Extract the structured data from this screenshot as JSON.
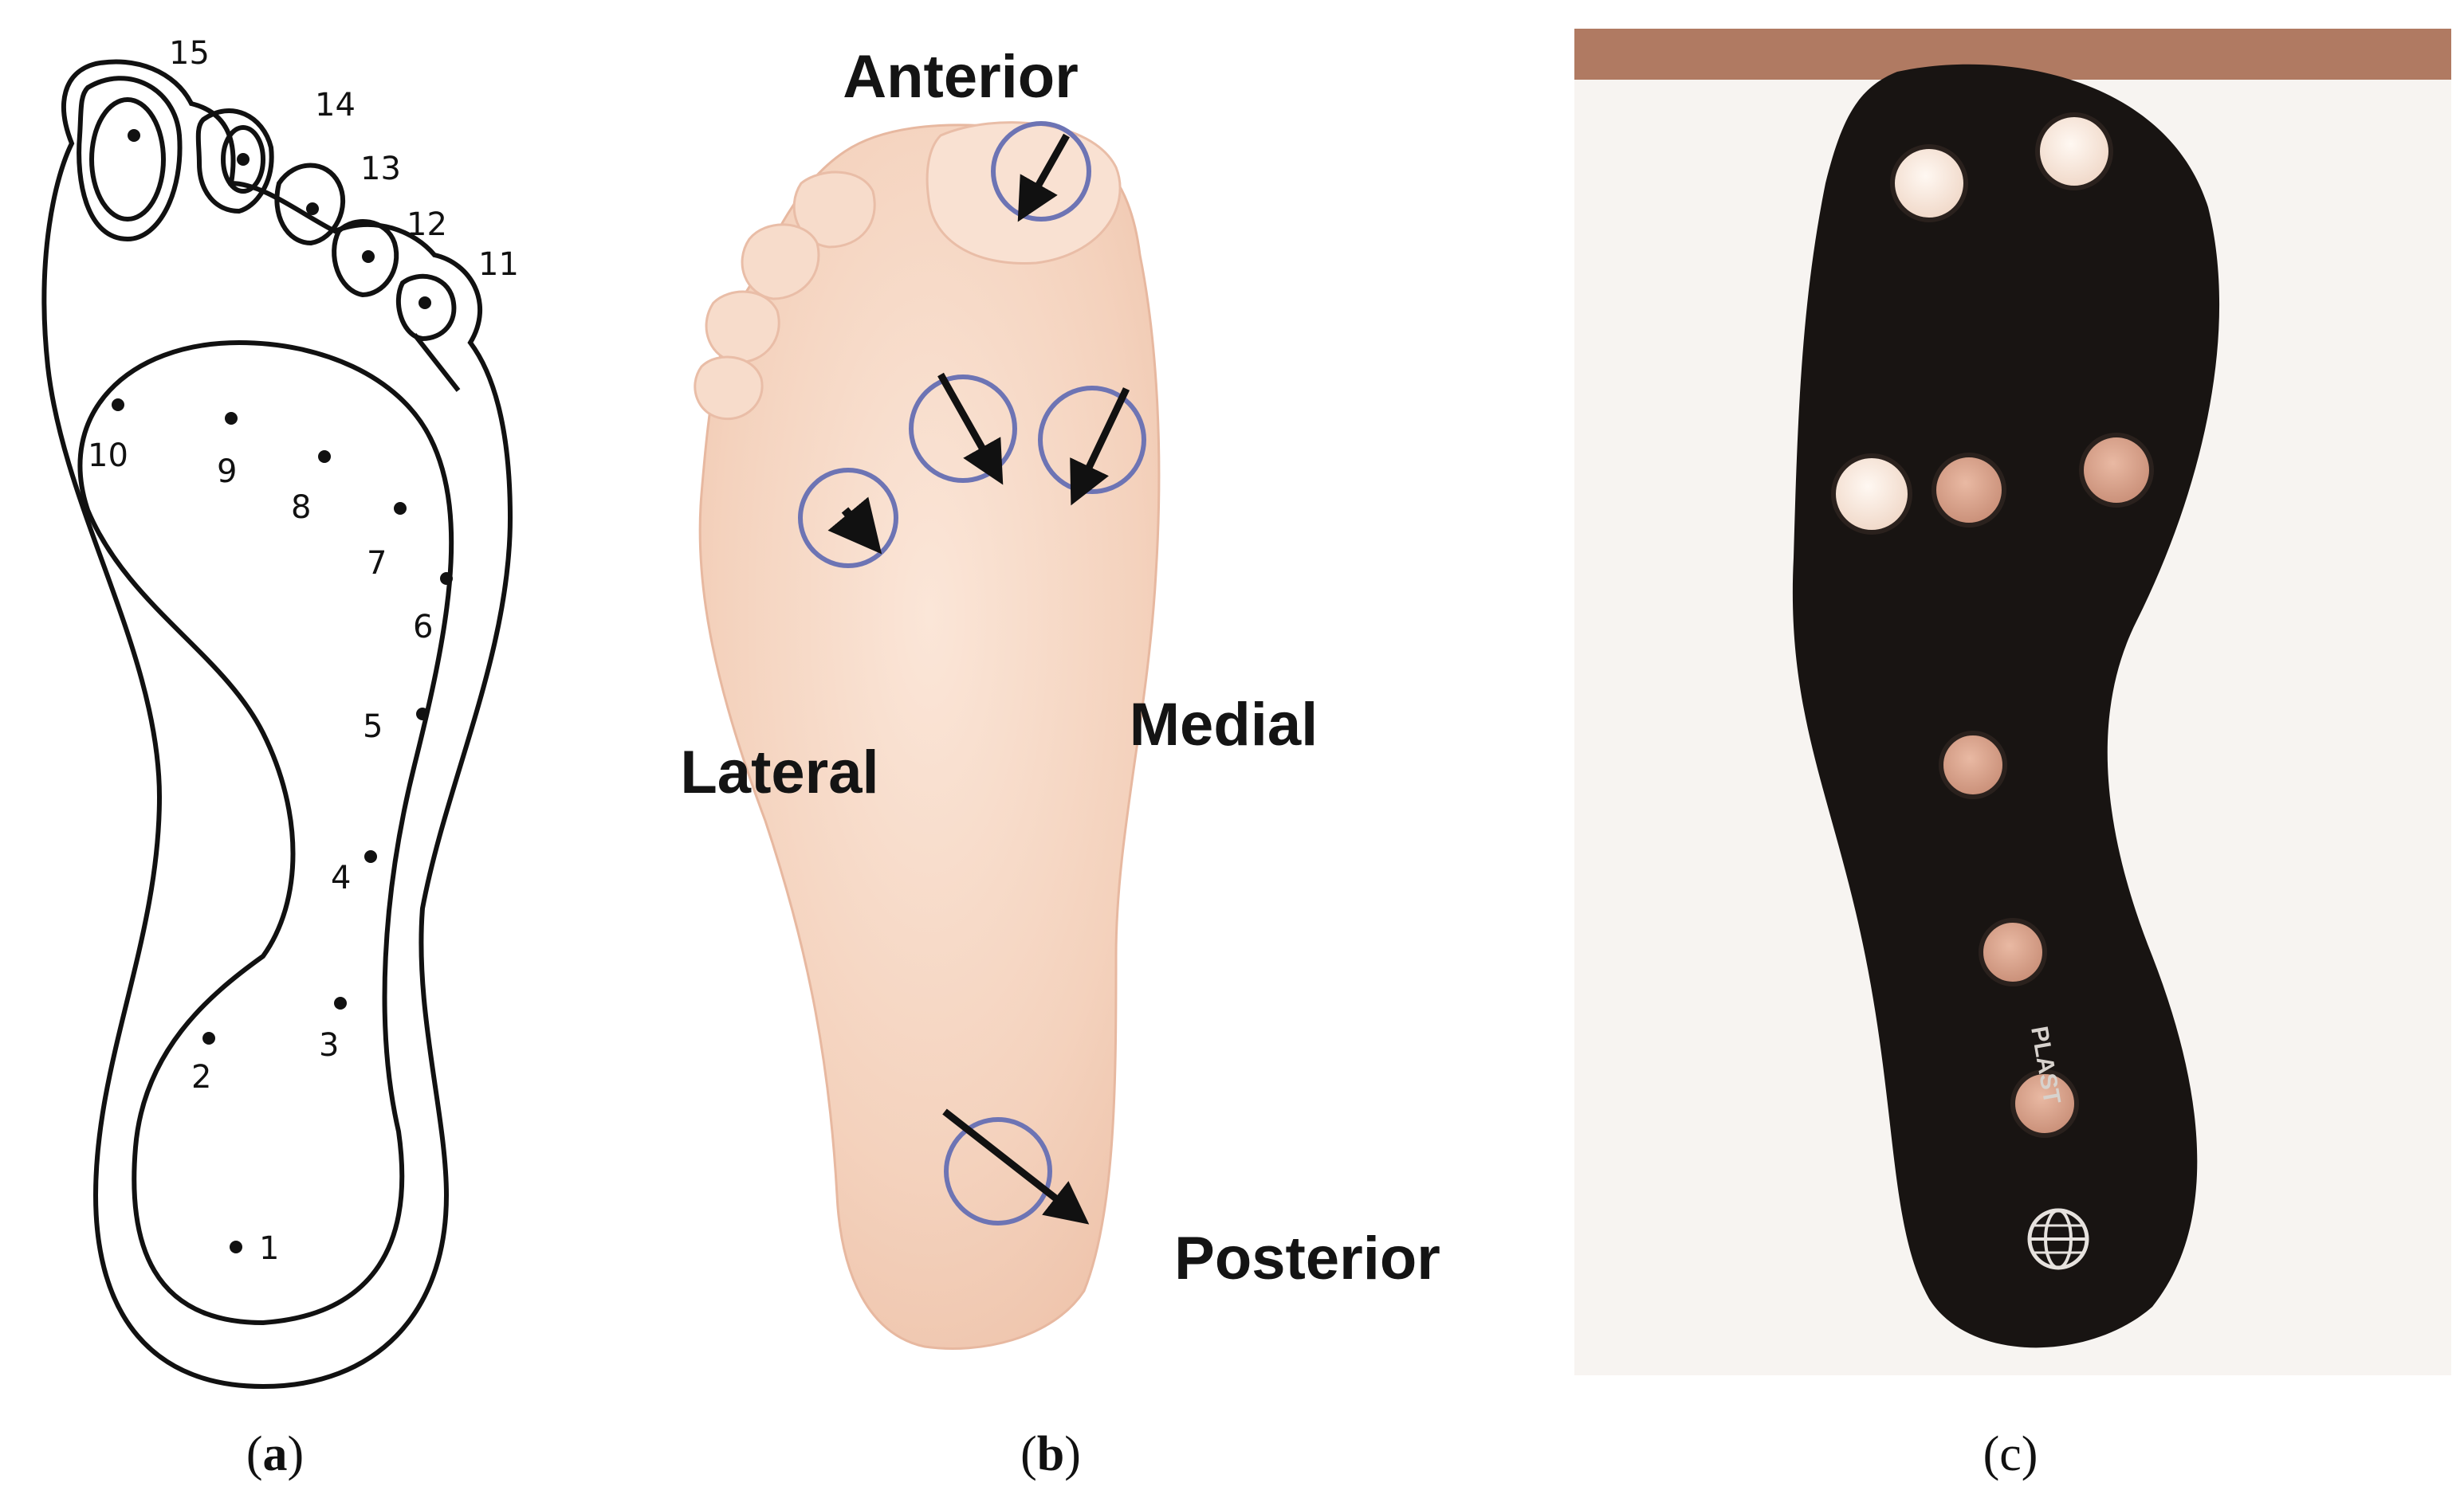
{
  "panel_a": {
    "caption": {
      "open": "(",
      "letter": "a",
      "close": ")"
    },
    "points": [
      {
        "id": "point-1",
        "label": "1"
      },
      {
        "id": "point-2",
        "label": "2"
      },
      {
        "id": "point-3",
        "label": "3"
      },
      {
        "id": "point-4",
        "label": "4"
      },
      {
        "id": "point-5",
        "label": "5"
      },
      {
        "id": "point-6",
        "label": "6"
      },
      {
        "id": "point-7",
        "label": "7"
      },
      {
        "id": "point-8",
        "label": "8"
      },
      {
        "id": "point-9",
        "label": "9"
      },
      {
        "id": "point-10",
        "label": "10"
      },
      {
        "id": "point-11",
        "label": "11"
      },
      {
        "id": "point-12",
        "label": "12"
      },
      {
        "id": "point-13",
        "label": "13"
      },
      {
        "id": "point-14",
        "label": "14"
      },
      {
        "id": "point-15",
        "label": "15"
      }
    ]
  },
  "panel_b": {
    "caption": {
      "open": "(",
      "letter": "b",
      "close": ")"
    },
    "labels": {
      "anterior": "Anterior",
      "medial": "Medial",
      "lateral": "Lateral",
      "posterior": "Posterior"
    }
  },
  "panel_c": {
    "caption": {
      "open": "(",
      "letter": "c",
      "close": ")"
    },
    "insole_print": "PLAST"
  },
  "colors": {
    "line": "#111111",
    "skin": "#f6d7c3",
    "circle": "#6d74b4",
    "insole": "#181412",
    "sensor": "#d9a58c",
    "cork": "#b07a62"
  }
}
